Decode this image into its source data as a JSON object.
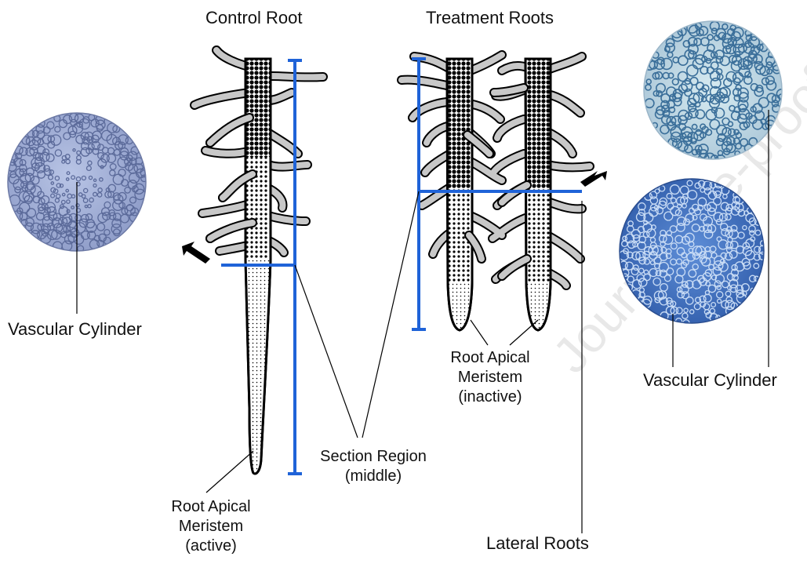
{
  "labels": {
    "control_root": "Control Root",
    "treatment_roots": "Treatment Roots",
    "vascular_cylinder_left": "Vascular Cylinder",
    "vascular_cylinder_right": "Vascular Cylinder",
    "ram_inactive": [
      "Root Apical",
      "Meristem",
      "(inactive)"
    ],
    "ram_active": [
      "Root Apical",
      "Meristem",
      "(active)"
    ],
    "section_region": [
      "Section Region",
      "(middle)"
    ],
    "lateral_roots": "Lateral Roots"
  },
  "watermark": "Journal Pre-proof",
  "colors": {
    "section_bracket": "#1f63d8",
    "lateral_root_fill": "#c8c8c8",
    "root_outline": "#000000",
    "micrograph_control": "#a9b6dd",
    "micrograph_treatment_light": "#c3dbe6",
    "micrograph_treatment_dark": "#3f6fc2",
    "arrow": "#000000"
  }
}
